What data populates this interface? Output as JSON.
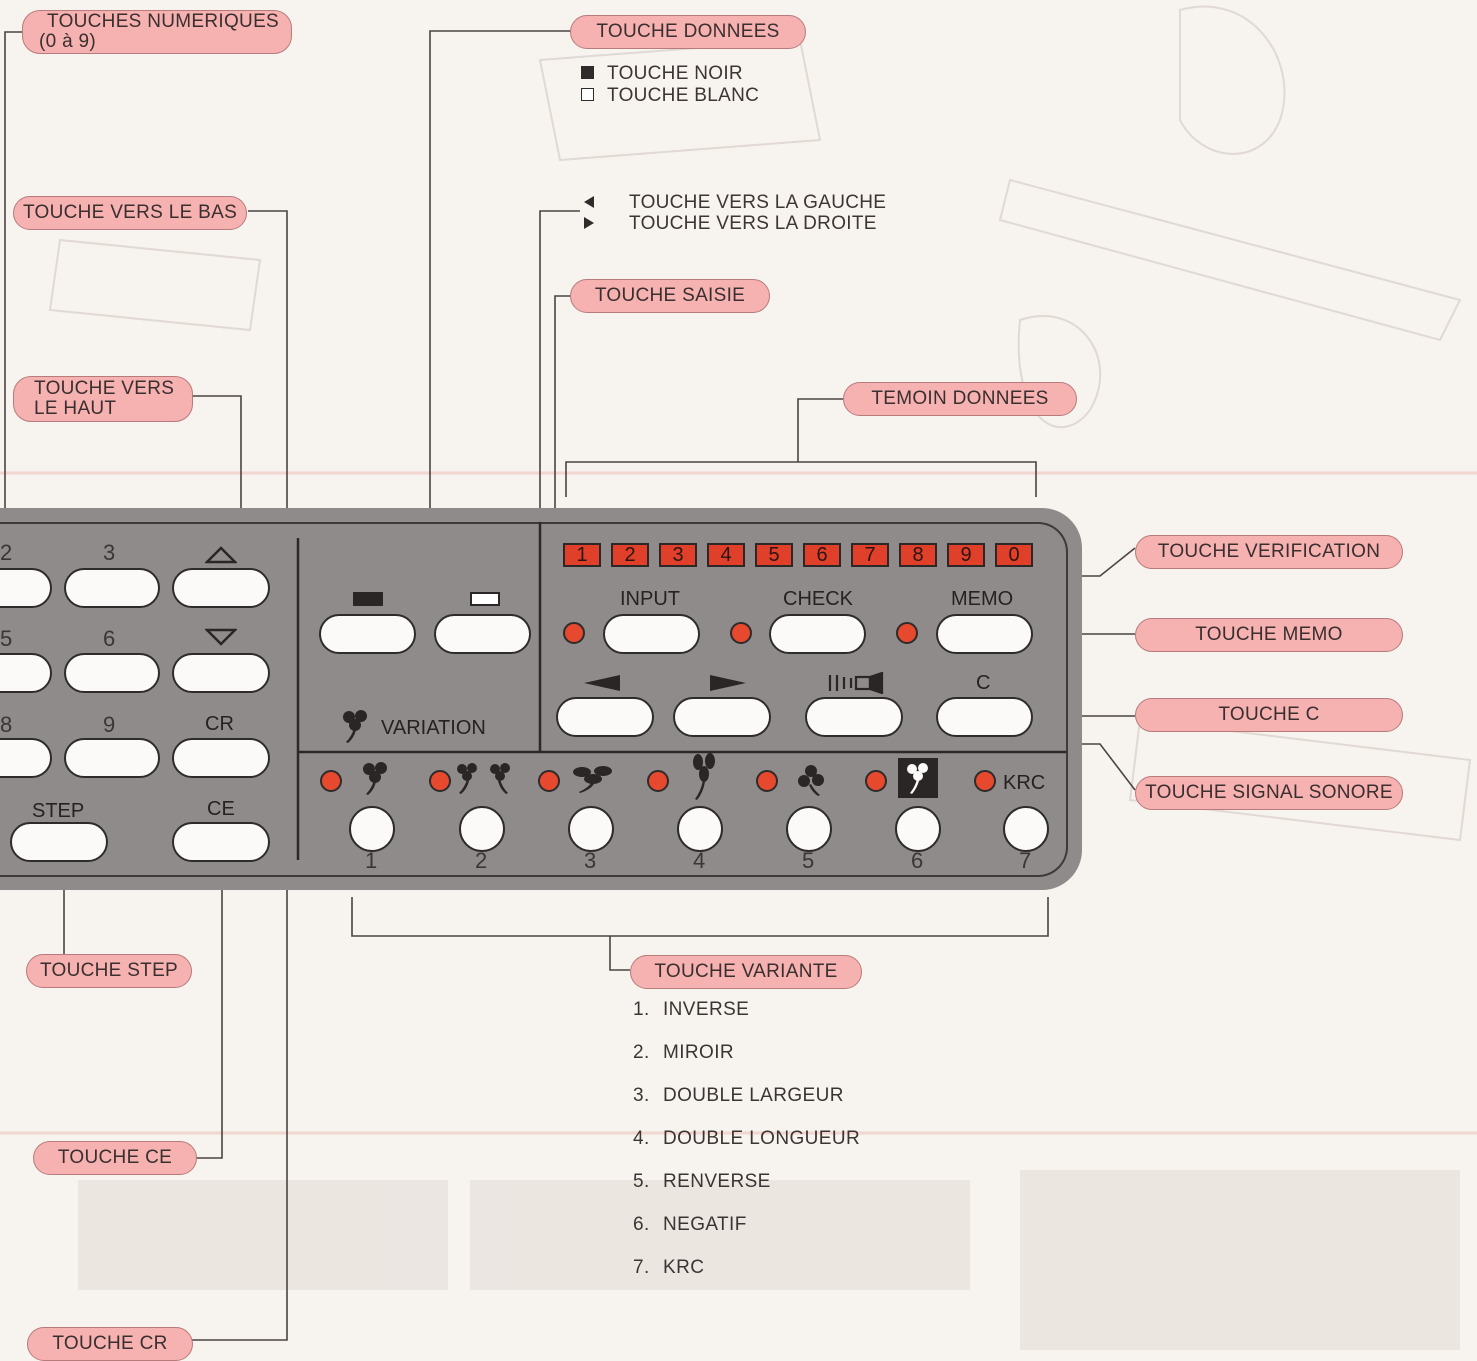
{
  "callouts": {
    "touches_numeriques": [
      "TOUCHES NUMERIQUES",
      "(0 à 9)"
    ],
    "touche_donnees": "TOUCHE DONNEES",
    "touche_vers_le_bas": "TOUCHE VERS LE BAS",
    "touche_saisie": "TOUCHE SAISIE",
    "touche_vers_le_haut": [
      "TOUCHE VERS",
      "LE HAUT"
    ],
    "temoin_donnees": "TEMOIN DONNEES",
    "touche_verification": "TOUCHE VERIFICATION",
    "touche_memo": "TOUCHE MEMO",
    "touche_c": "TOUCHE C",
    "touche_signal_sonore": "TOUCHE SIGNAL SONORE",
    "touche_step": "TOUCHE STEP",
    "touche_variante": "TOUCHE VARIANTE",
    "touche_ce": "TOUCHE CE",
    "touche_cr": "TOUCHE CR"
  },
  "legend": {
    "noir": "TOUCHE NOIR",
    "blanc": "TOUCHE BLANC",
    "gauche": "TOUCHE VERS LA GAUCHE",
    "droite": "TOUCHE VERS LA DROITE"
  },
  "panel": {
    "display_digits": [
      "1",
      "2",
      "3",
      "4",
      "5",
      "6",
      "7",
      "8",
      "9",
      "0"
    ],
    "numeric_labels": [
      "2",
      "3",
      "5",
      "6",
      "8",
      "9"
    ],
    "input": "INPUT",
    "check": "CHECK",
    "memo": "MEMO",
    "c": "C",
    "cr": "CR",
    "ce": "CE",
    "step": "STEP",
    "variation": "VARIATION",
    "krc": "KRC",
    "variant_numbers": [
      "1",
      "2",
      "3",
      "4",
      "5",
      "6",
      "7"
    ]
  },
  "variante_list": [
    {
      "n": "1.",
      "label": "INVERSE"
    },
    {
      "n": "2.",
      "label": "MIROIR"
    },
    {
      "n": "3.",
      "label": "DOUBLE LARGEUR"
    },
    {
      "n": "4.",
      "label": "DOUBLE LONGUEUR"
    },
    {
      "n": "5.",
      "label": "RENVERSE"
    },
    {
      "n": "6.",
      "label": "NEGATIF"
    },
    {
      "n": "7.",
      "label": "KRC"
    }
  ],
  "colors": {
    "callout_fill": "#f6b1b1",
    "panel_grey": "#8f8b8a",
    "led_red": "#e6492e",
    "key_white": "#fbfaf8"
  },
  "icons": [
    "triangle-up-icon",
    "triangle-down-icon",
    "arrow-left-icon",
    "arrow-right-icon",
    "buzzer-icon",
    "flower-icon",
    "black-square-icon",
    "white-square-icon"
  ]
}
